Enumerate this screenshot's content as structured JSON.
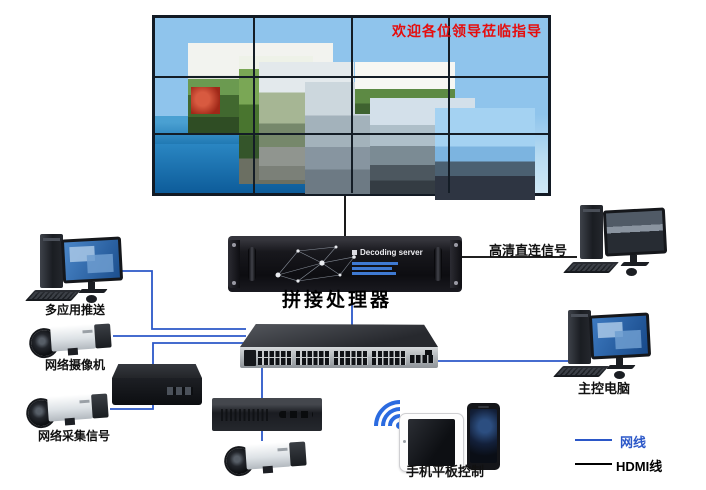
{
  "title_banner": {
    "text": "欢迎各位领导莅临指导"
  },
  "video_wall": {
    "rows": 3,
    "cols": 4
  },
  "decoding_server": {
    "panel_title": "Decoding server",
    "caption": "拼接处理器"
  },
  "devices": {
    "app_push_pc": "多应用推送",
    "network_camera": "网络摄像机",
    "capture_camera": "网络采集信号",
    "mobile_control": "手机平板控制",
    "hd_direct_pc": "高清直连信号",
    "master_pc": "主控电脑"
  },
  "legend": [
    {
      "label": "网线",
      "color": "#2b57c8"
    },
    {
      "label": "HDMI线",
      "color": "#000000"
    }
  ],
  "colors": {
    "network_cable": "#2b57c8",
    "hdmi_cable": "#000000",
    "pointer_red": "#e60000"
  }
}
